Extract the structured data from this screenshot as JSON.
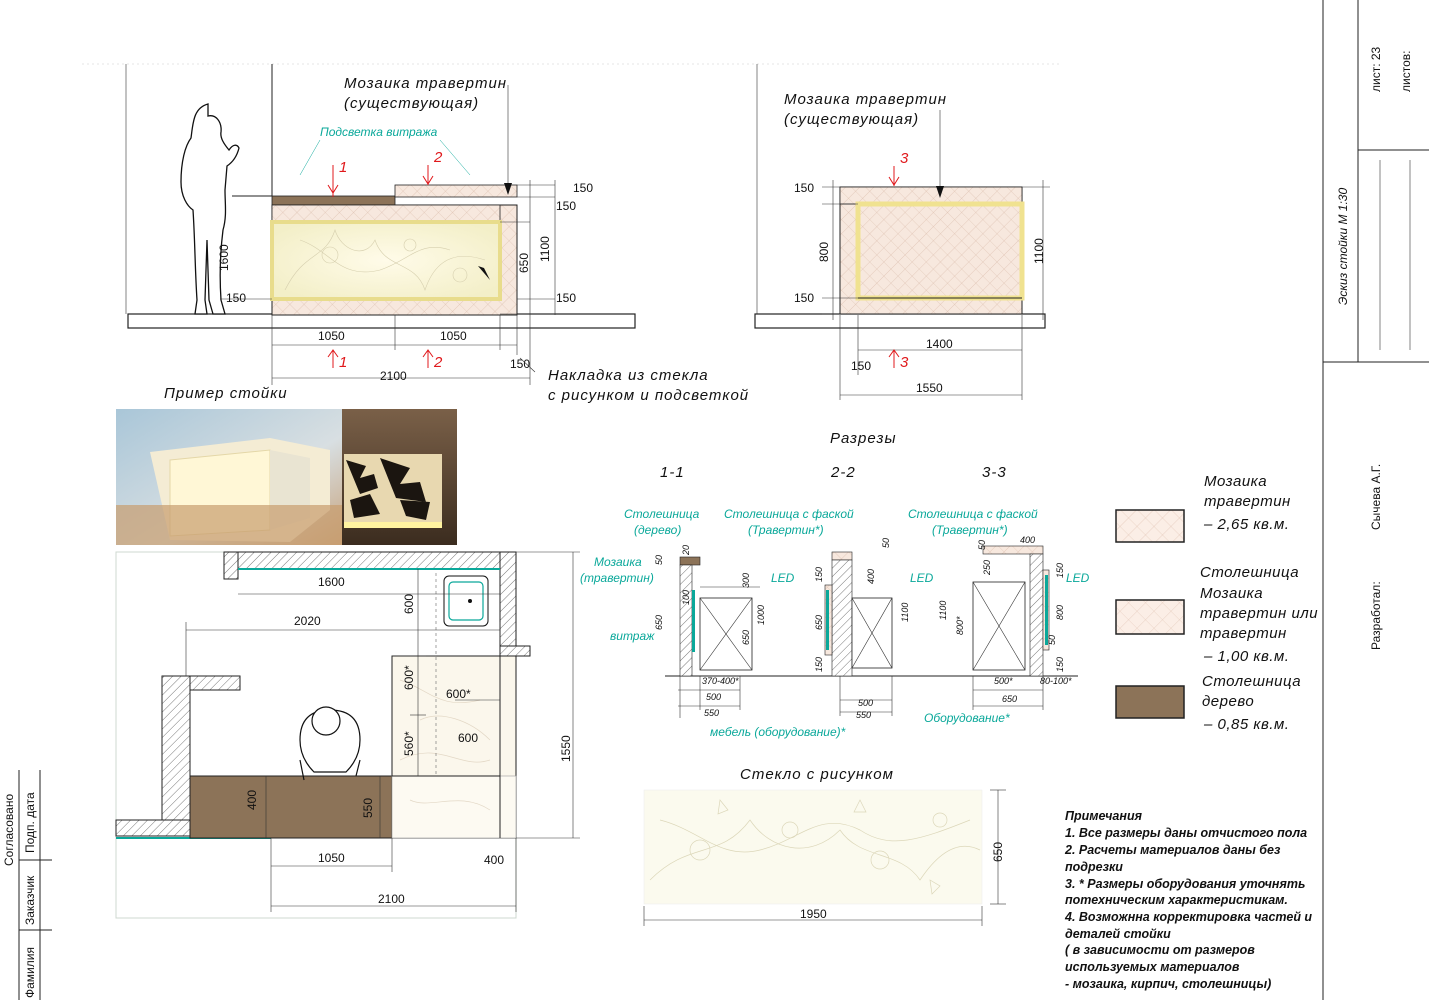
{
  "title_block": {
    "sheet_label": "лист: 23",
    "sheets_label": "листов:",
    "drawing_title": "Эскиз стойки М 1:30",
    "author": "Сычева А.Г.",
    "developed_label": "Разработал:"
  },
  "left_block": {
    "agreed": "Согласовано",
    "customer": "Заказчик",
    "surname": "Фамилия",
    "sign_date": "Подп. дата"
  },
  "elevation_front": {
    "mosaic_note_line1": "Мозаика травертин",
    "mosaic_note_line2": "(существующая)",
    "backlight_note": "Подсветка витража",
    "section1": "1",
    "section2": "2",
    "dim_150a": "150",
    "dim_150b": "150",
    "dim_650": "650",
    "dim_1100": "1100",
    "dim_150c": "150",
    "dim_150d": "150",
    "dim_1600": "1600",
    "dim_1050a": "1050",
    "dim_1050b": "1050",
    "dim_2100": "2100",
    "dim_150e": "150",
    "glass_note_line1": "Накладка из стекла",
    "glass_note_line2": "с рисунком и подсветкой"
  },
  "elevation_side": {
    "mosaic_note_line1": "Мозаика травертин",
    "mosaic_note_line2": "(существующая)",
    "section3": "3",
    "dim_150a": "150",
    "dim_800": "800",
    "dim_150b": "150",
    "dim_1100": "1100",
    "dim_1400": "1400",
    "dim_150c": "150",
    "dim_1550": "1550"
  },
  "example_label": "Пример стойки",
  "plan": {
    "dim_1600": "1600",
    "dim_2020": "2020",
    "dim_600a": "600",
    "dim_600b": "600*",
    "dim_600c": "600*",
    "dim_560": "560*",
    "dim_600d": "600",
    "dim_1550": "1550",
    "dim_400a": "400",
    "dim_550": "550",
    "dim_1050": "1050",
    "dim_400b": "400",
    "dim_2100": "2100"
  },
  "sections": {
    "title": "Разрезы",
    "s11": "1-1",
    "s22": "2-2",
    "s33": "3-3",
    "top_wood_line1": "Столешница",
    "top_wood_line2": "(дерево)",
    "top_trav_line1": "Столешница с фаской",
    "top_trav_line2": "(Травертин*)",
    "top_trav2_line1": "Столешница с фаской",
    "top_trav2_line2": "(Травертин*)",
    "mosaic_line1": "Мозаика",
    "mosaic_line2": "(травертин)",
    "vitrage": "витраж",
    "led1": "LED",
    "led2": "LED",
    "led3": "LED",
    "furniture": "мебель (оборудование)*",
    "equipment": "Оборудование*",
    "d1_500": "500",
    "d1_550": "550",
    "d1_370": "370-400*",
    "d2_500": "500",
    "d2_550": "550",
    "d3_500": "500*",
    "d3_650": "650",
    "d3_80": "80-100*",
    "v50": "50",
    "v20": "20",
    "v100": "100",
    "v300": "300",
    "v650": "650",
    "v1000": "1000",
    "v150": "150",
    "v400": "400",
    "v1100": "1100",
    "v250": "250",
    "v800": "800*",
    "v800b": "800",
    "v50b": "50",
    "d400": "400"
  },
  "glass_panel": {
    "title": "Стекло с рисунком",
    "width": "1950",
    "height": "650"
  },
  "legend": [
    {
      "line1": "Мозаика",
      "line2": "травертин",
      "line3": "– 2,65 кв.м.",
      "color": "#f6e6dc"
    },
    {
      "line1": "Столешница",
      "line2": "Мозаика",
      "line3": "травертин или",
      "line4": "травертин",
      "line5": "– 1,00 кв.м.",
      "color": "#f6e2d4"
    },
    {
      "line1": "Столешница",
      "line2": "дерево",
      "line3": "– 0,85 кв.м.",
      "color": "#8c7358"
    }
  ],
  "notes": {
    "title": "Примечания",
    "n1": "1. Все размеры даны отчистого пола",
    "n2a": "2. Расчеты материалов даны без",
    "n2b": "подрезки",
    "n3a": "3. * Размеры оборудования уточнять",
    "n3b": " потехническим характеристикам.",
    "n4a": "4. Возможнна корректировка частей и",
    "n4b": "деталей стойки",
    "n4c": "( в зависимости от размеров",
    "n4d": "используемых материалов",
    "n4e": "- мозаика, кирпич, столешницы)"
  }
}
